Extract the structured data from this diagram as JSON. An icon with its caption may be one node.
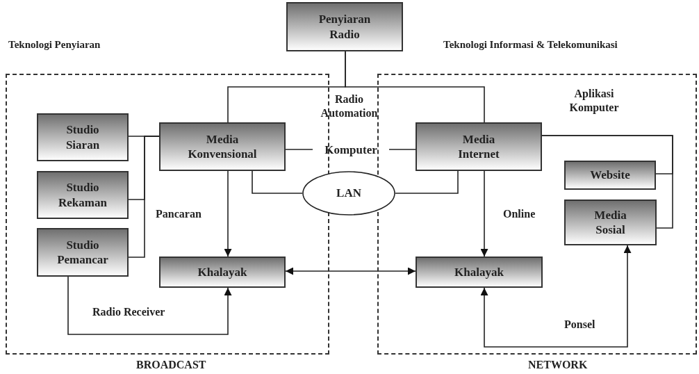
{
  "diagram": {
    "nodes": [
      {
        "text": [
          "Penyiaran Radio"
        ]
      },
      {
        "text": [],
        "shape": "box"
      },
      {
        "text": [
          "Studio Siaran"
        ],
        "in": 1
      },
      {
        "text": [
          "Studio Rekaman"
        ],
        "in": 1
      },
      {
        "text": [
          "Studio Pemancar"
        ],
        "in": 1
      },
      {
        "text": [
          "Media Konvensional"
        ],
        "in": 1
      },
      {
        "text": [
          "Khalayak"
        ],
        "in": 1
      },
      {
        "text": [],
        "shape": "box"
      },
      {
        "text": [
          "Media Internet"
        ],
        "in": 7
      },
      {
        "text": [
          "Website"
        ],
        "in": 7
      },
      {
        "text": [
          "Media Sosial"
        ],
        "in": 7
      },
      {
        "text": [
          "Khalayak"
        ],
        "in": 7
      },
      {
        "text": [
          "Komputer"
        ]
      },
      {
        "text": [
          "LAN"
        ]
      }
    ],
    "edges": [
      {
        "from": 0,
        "to": 5,
        "arrow": "none"
      },
      {
        "from": 0,
        "to": 8,
        "arrow": "none"
      },
      {
        "from": 2,
        "to": 5,
        "arrow": "none"
      },
      {
        "from": 3,
        "to": 5,
        "arrow": "none"
      },
      {
        "from": 4,
        "to": 5,
        "arrow": "none"
      },
      {
        "from": 5,
        "to": 12,
        "arrow": "none"
      },
      {
        "from": 12,
        "to": 8,
        "arrow": "none"
      },
      {
        "from": 5,
        "to": 13,
        "arrow": "none"
      },
      {
        "from": 13,
        "to": 8,
        "arrow": "none"
      },
      {
        "from": 5,
        "to": 6,
        "arrow": "to",
        "label": "Pancaran"
      },
      {
        "from": 4,
        "to": 6,
        "arrow": "to",
        "label": "Radio Receiver"
      },
      {
        "from": 6,
        "to": 11,
        "arrow": "both"
      },
      {
        "from": 8,
        "to": 11,
        "arrow": "to",
        "label": "Online"
      },
      {
        "from": 8,
        "to": 9,
        "arrow": "none"
      },
      {
        "from": 8,
        "to": 10,
        "arrow": "none"
      },
      {
        "from": 11,
        "to": 10,
        "arrow": "both",
        "label": "Ponsel"
      }
    ],
    "labels": [
      "Teknologi Penyiaran",
      "Teknologi Informasi & Telekomunikasi",
      "Radio Automation",
      "Aplikasi Komputer",
      "BROADCAST",
      "NETWORK"
    ]
  }
}
